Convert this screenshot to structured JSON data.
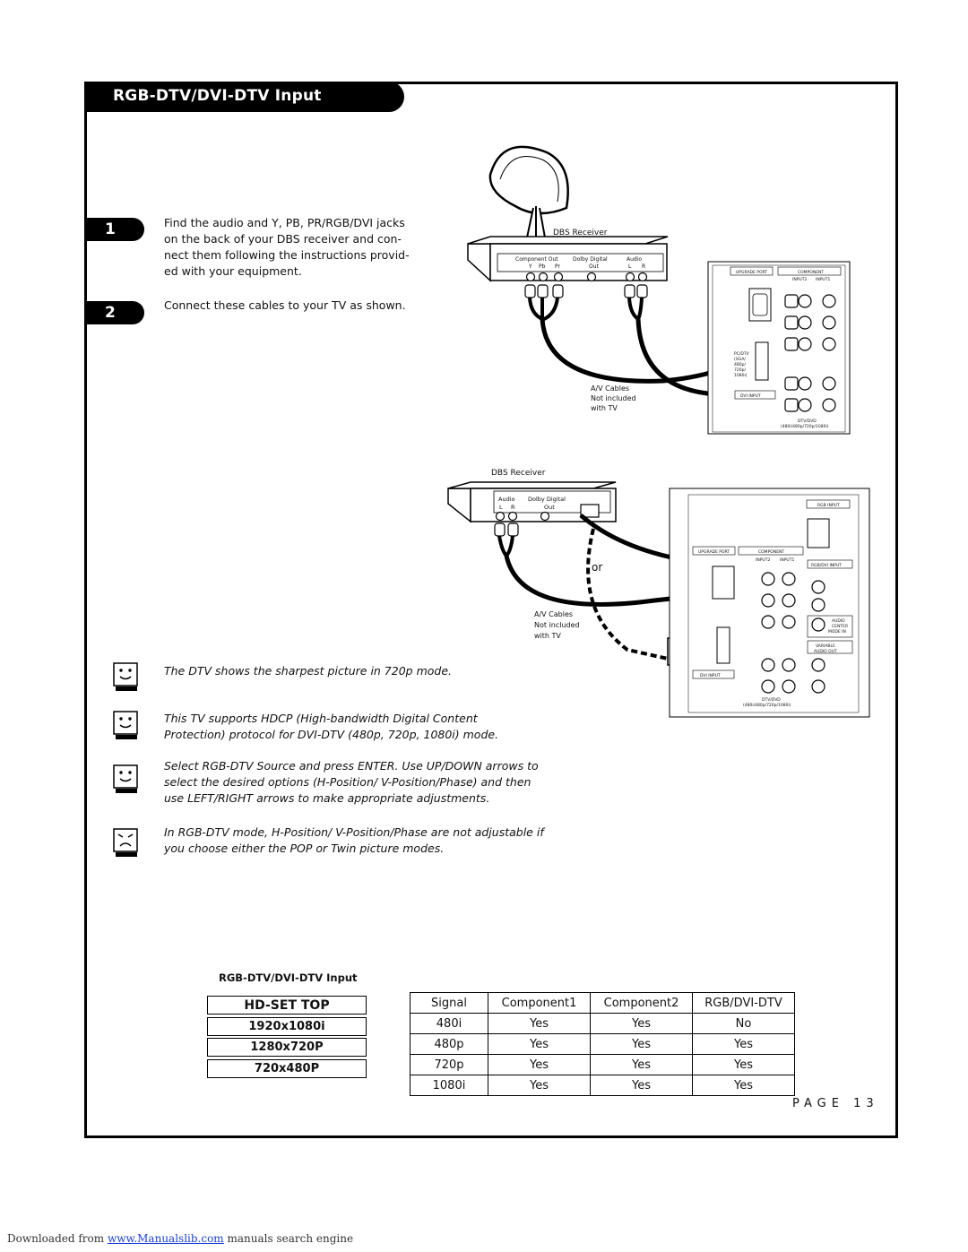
{
  "header": {
    "title": "RGB-DTV/DVI-DTV Input"
  },
  "steps": [
    {
      "number": "1",
      "lines": [
        "Find the audio and Y, PB, PR/RGB/DVI jacks",
        "on the back of your DBS receiver and con-",
        "nect them following the instructions provid-",
        "ed with your equipment."
      ]
    },
    {
      "number": "2",
      "lines": [
        "Connect these cables to your TV as shown."
      ]
    }
  ],
  "diagram_top": {
    "receiver_label": "DBS Receiver",
    "jack_group_labels": [
      "Component Out",
      "Dolby Digital",
      "Audio"
    ],
    "jack_sub_labels": [
      "Y",
      "Pb",
      "Pr",
      "Out",
      "L",
      "R"
    ],
    "cables_note": [
      "A/V Cables",
      "Not included",
      "with TV"
    ],
    "panel_labels": [
      "UPGRADE PORT",
      "COMPONENT",
      "INPUT2",
      "INPUT1",
      "PC/DTV",
      "(XGA/",
      "480p/",
      "720p/",
      "1080i)",
      "DVI INPUT",
      "DTV/DVD",
      "(480i/480p/720p/1080i)"
    ]
  },
  "diagram_bottom": {
    "receiver_label": "DBS Receiver",
    "jack_group_labels": [
      "Audio",
      "Dolby Digital"
    ],
    "jack_sub_labels": [
      "L",
      "R",
      "Out"
    ],
    "or_label": "or",
    "cables_note": [
      "A/V Cables",
      "Not included",
      "with TV"
    ],
    "panel_labels": [
      "RGB INPUT",
      "UPGRADE PORT",
      "COMPONENT",
      "INPUT2",
      "INPUT1",
      "RGB/DVI INPUT",
      "AUDIO",
      "CENTER",
      "MODE IN",
      "VARIABLE",
      "AUDIO OUT",
      "DVI INPUT",
      "DTV/DVD",
      "(480i/480p/720p/1080i)"
    ]
  },
  "notes": [
    {
      "mood": "happy",
      "lines": [
        "The DTV shows the sharpest picture in 720p mode."
      ]
    },
    {
      "mood": "happy",
      "lines": [
        "This TV supports HDCP (High-bandwidth Digital Content",
        "Protection) protocol for DVI-DTV (480p, 720p, 1080i) mode."
      ]
    },
    {
      "mood": "happy",
      "lines": [
        "Select RGB-DTV Source and press ENTER. Use UP/DOWN arrows to",
        "select the desired options (H-Position/ V-Position/Phase) and then",
        "use LEFT/RIGHT arrows to make appropriate adjustments."
      ]
    },
    {
      "mood": "sad",
      "lines": [
        "In RGB-DTV mode, H-Position/ V-Position/Phase are not adjustable if",
        "you choose either the POP or Twin picture modes."
      ]
    }
  ],
  "rgb_heading": "RGB-DTV/DVI-DTV Input",
  "hd_set_top": [
    "HD-SET TOP",
    "1920x1080i",
    "1280x720P",
    "720x480P"
  ],
  "signal_table": {
    "headers": [
      "Signal",
      "Component1",
      "Component2",
      "RGB/DVI-DTV"
    ],
    "rows": [
      [
        "480i",
        "Yes",
        "Yes",
        "No"
      ],
      [
        "480p",
        "Yes",
        "Yes",
        "Yes"
      ],
      [
        "720p",
        "Yes",
        "Yes",
        "Yes"
      ],
      [
        "1080i",
        "Yes",
        "Yes",
        "Yes"
      ]
    ]
  },
  "page_label": "PAGE 13",
  "footer": {
    "prefix": "Downloaded from ",
    "link": "www.Manualslib.com",
    "suffix": " manuals search engine"
  }
}
